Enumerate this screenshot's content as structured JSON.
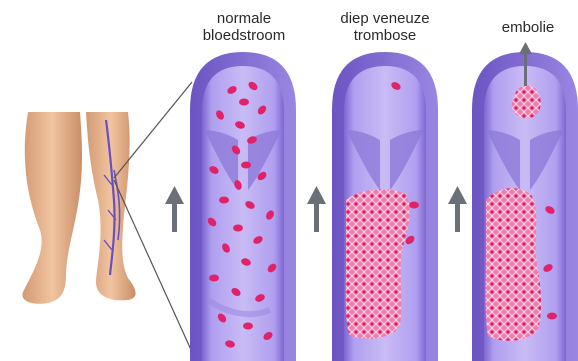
{
  "labels": {
    "normal": "normale\nbloedstroom",
    "dvt": "diep veneuze\ntrombose",
    "embolism": "embolie"
  },
  "colors": {
    "vein_wall": "#8a74d6",
    "vein_inner": "#b8a6ec",
    "vein_dark": "#5c45b0",
    "blood_cell": "#e0226a",
    "clot": "#f06aa2",
    "arrow": "#6b6f78",
    "skin": "#e8b48e",
    "skin_shadow": "#c98e68"
  },
  "icons": {
    "flow_arrow": "up-arrow-icon",
    "embolus_arrow": "up-arrow-icon"
  }
}
